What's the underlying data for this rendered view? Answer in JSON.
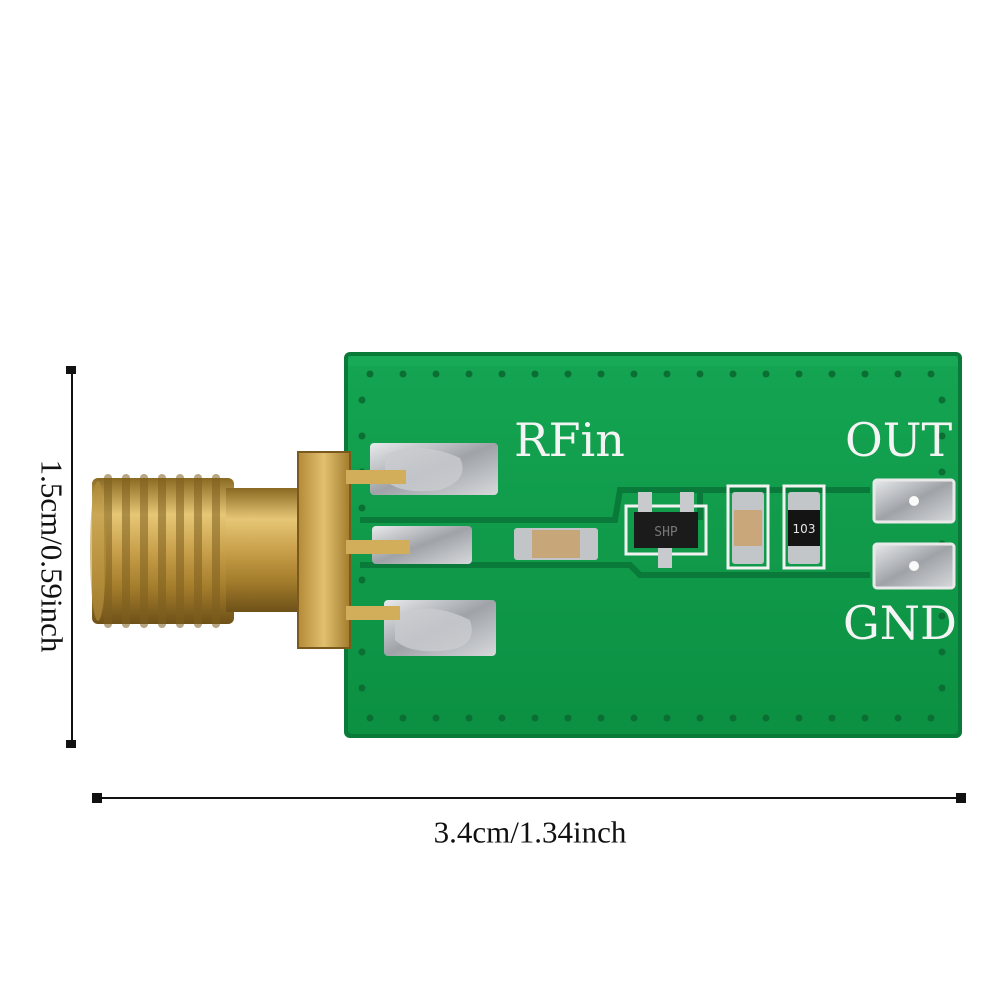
{
  "photo": {
    "subject": "rf-detector-module-with-sma-connector",
    "colors": {
      "pcb_green": "#0f9b4a",
      "pcb_edge": "#0a7a38",
      "silkscreen": "#f4f4f4",
      "brass": "#c8a04a",
      "solder": "#b9bcc0",
      "background": "#ffffff"
    },
    "board_labels": {
      "rf_input": "RFin",
      "output": "OUT",
      "ground": "GND"
    },
    "component_markings": {
      "resistor_code": "103",
      "ic_marking": "SHP"
    }
  },
  "dimensions": {
    "height_text": "1.5cm/0.59inch",
    "width_text": "3.4cm/1.34inch"
  }
}
